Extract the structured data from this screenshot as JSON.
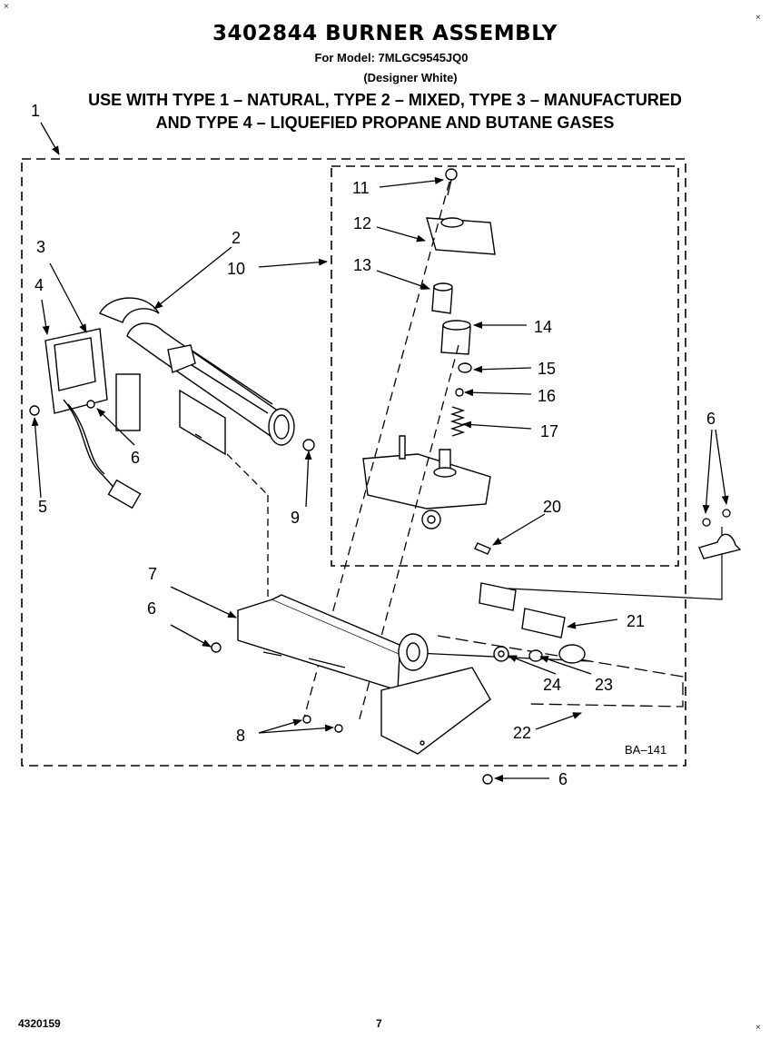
{
  "header": {
    "title": "3402844 BURNER ASSEMBLY",
    "model_line": "For Model: 7MLGC9545JQ0",
    "variant_line": "(Designer White)",
    "usage_line_1": "USE WITH TYPE 1 – NATURAL, TYPE 2 – MIXED, TYPE 3 – MANUFACTURED",
    "usage_line_2": "AND TYPE 4 – LIQUEFIED PROPANE AND BUTANE GASES"
  },
  "callouts": {
    "c1": "1",
    "c2": "2",
    "c3": "3",
    "c4": "4",
    "c5": "5",
    "c6a": "6",
    "c6b": "6",
    "c6c": "6",
    "c6d": "6",
    "c7": "7",
    "c8": "8",
    "c9": "9",
    "c10": "10",
    "c11": "11",
    "c12": "12",
    "c13": "13",
    "c14": "14",
    "c15": "15",
    "c16": "16",
    "c17": "17",
    "c20": "20",
    "c21": "21",
    "c22": "22",
    "c23": "23",
    "c24": "24"
  },
  "diagram_ref": "BA–141",
  "footer": {
    "doc_number": "4320159",
    "page_number": "7"
  },
  "colors": {
    "ink": "#000000",
    "paper": "#ffffff"
  }
}
